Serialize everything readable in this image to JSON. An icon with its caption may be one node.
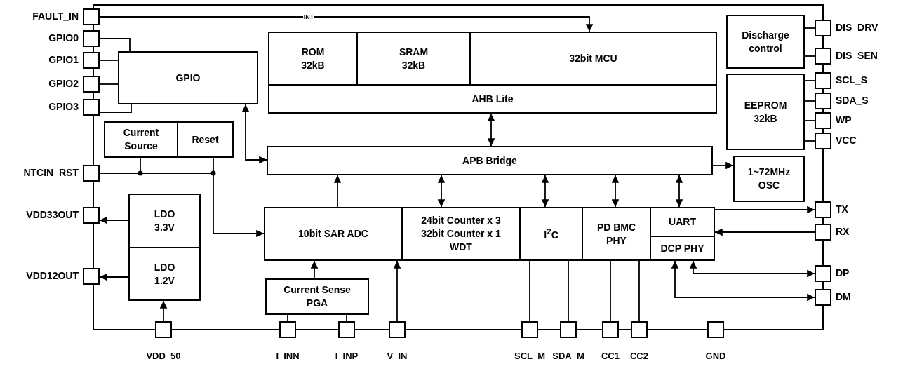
{
  "diagram": {
    "nodes": [
      {
        "text": [],
        "shape": "box",
        "beside": [
          "FAULT_IN"
        ]
      },
      {
        "text": [],
        "shape": "box",
        "beside": [
          "GPIO0"
        ]
      },
      {
        "text": [],
        "shape": "box",
        "beside": [
          "GPIO1"
        ]
      },
      {
        "text": [],
        "shape": "box",
        "beside": [
          "GPIO2"
        ]
      },
      {
        "text": [],
        "shape": "box",
        "beside": [
          "GPIO3"
        ]
      },
      {
        "text": [],
        "shape": "box",
        "beside": [
          "NTCIN_RST"
        ]
      },
      {
        "text": [],
        "shape": "box",
        "beside": [
          "VDD33OUT"
        ]
      },
      {
        "text": [],
        "shape": "box",
        "beside": [
          "VDD12OUT"
        ]
      },
      {
        "text": [
          "GPIO"
        ]
      },
      {
        "text": [
          "ROM 32kB"
        ]
      },
      {
        "text": [
          "SRAM 32kB"
        ]
      },
      {
        "text": [
          "32bit MCU"
        ]
      },
      {
        "text": [
          "AHB Lite"
        ]
      },
      {
        "text": [
          "Current Source"
        ]
      },
      {
        "text": [
          "Reset"
        ]
      },
      {
        "text": [
          "APB Bridge"
        ]
      },
      {
        "text": [
          "Discharge control"
        ]
      },
      {
        "text": [
          "EEPROM 32kB"
        ]
      },
      {
        "text": [
          "1~72MHz OSC"
        ]
      },
      {
        "text": [
          "LDO 3.3V"
        ]
      },
      {
        "text": [
          "LDO 1.2V"
        ]
      },
      {
        "text": [
          "10bit SAR ADC"
        ]
      },
      {
        "text": [
          "24bit Counter x 3 32bit Counter x 1 WDT"
        ]
      },
      {
        "text": [
          "I$^{2}$C"
        ]
      },
      {
        "text": [
          "PD BMC PHY"
        ]
      },
      {
        "text": [
          "UART"
        ]
      },
      {
        "text": [
          "DCP PHY"
        ]
      },
      {
        "text": [
          "Current Sense PGA"
        ]
      },
      {
        "text": [],
        "shape": "box",
        "beside": [
          "DIS_DRV"
        ]
      },
      {
        "text": [],
        "shape": "box",
        "beside": [
          "DIS_SEN"
        ]
      },
      {
        "text": [],
        "shape": "box",
        "beside": [
          "SCL_S"
        ]
      },
      {
        "text": [],
        "shape": "box",
        "beside": [
          "SDA_S"
        ]
      },
      {
        "text": [],
        "shape": "box",
        "beside": [
          "WP"
        ]
      },
      {
        "text": [],
        "shape": "box",
        "beside": [
          "VCC"
        ]
      },
      {
        "text": [],
        "shape": "box",
        "beside": [
          "TX"
        ]
      },
      {
        "text": [],
        "shape": "box",
        "beside": [
          "RX"
        ]
      },
      {
        "text": [],
        "shape": "box",
        "beside": [
          "DP"
        ]
      },
      {
        "text": [],
        "shape": "box",
        "beside": [
          "DM"
        ]
      },
      {
        "text": [],
        "shape": "box",
        "beside": [
          "VDD_50"
        ]
      },
      {
        "text": [],
        "shape": "box",
        "beside": [
          "I_INN"
        ]
      },
      {
        "text": [],
        "shape": "box",
        "beside": [
          "I_INP"
        ]
      },
      {
        "text": [],
        "shape": "box",
        "beside": [
          "V_IN"
        ]
      },
      {
        "text": [],
        "shape": "box",
        "beside": [
          "SCL_M"
        ]
      },
      {
        "text": [],
        "shape": "box",
        "beside": [
          "SDA_M"
        ]
      },
      {
        "text": [],
        "shape": "box",
        "beside": [
          "CC1"
        ]
      },
      {
        "text": [],
        "shape": "box",
        "beside": [
          "CC2"
        ]
      },
      {
        "text": [],
        "shape": "box",
        "beside": [
          "GND"
        ]
      }
    ],
    "edges": [
      {
        "from": 0,
        "to": 11,
        "arrow": "to",
        "label": "INT"
      },
      {
        "from": 1,
        "to": 8,
        "arrow": "none"
      },
      {
        "from": 2,
        "to": 8,
        "arrow": "none"
      },
      {
        "from": 3,
        "to": 8,
        "arrow": "none"
      },
      {
        "from": 4,
        "to": 8,
        "arrow": "none"
      },
      {
        "from": 8,
        "to": 15,
        "arrow": "both"
      },
      {
        "from": 5,
        "to": 13,
        "arrow": "none"
      },
      {
        "from": 5,
        "to": 14,
        "arrow": "none"
      },
      {
        "from": 5,
        "to": 21,
        "arrow": "to"
      },
      {
        "from": 19,
        "to": 6,
        "arrow": "to"
      },
      {
        "from": 20,
        "to": 7,
        "arrow": "to"
      },
      {
        "from": 38,
        "to": 20,
        "arrow": "to"
      },
      {
        "from": 12,
        "to": 15,
        "arrow": "both"
      },
      {
        "from": 15,
        "to": 18,
        "arrow": "to"
      },
      {
        "from": 21,
        "to": 15,
        "arrow": "to"
      },
      {
        "from": 22,
        "to": 15,
        "arrow": "both"
      },
      {
        "from": 23,
        "to": 15,
        "arrow": "both"
      },
      {
        "from": 24,
        "to": 15,
        "arrow": "both"
      },
      {
        "from": 25,
        "to": 15,
        "arrow": "both"
      },
      {
        "from": 25,
        "to": 34,
        "arrow": "to"
      },
      {
        "from": 35,
        "to": 25,
        "arrow": "to"
      },
      {
        "from": 26,
        "to": 36,
        "arrow": "both"
      },
      {
        "from": 26,
        "to": 37,
        "arrow": "both"
      },
      {
        "from": 27,
        "to": 21,
        "arrow": "to"
      },
      {
        "from": 41,
        "to": 21,
        "arrow": "to"
      },
      {
        "from": 39,
        "to": 27,
        "arrow": "none"
      },
      {
        "from": 40,
        "to": 27,
        "arrow": "none"
      },
      {
        "from": 42,
        "to": 23,
        "arrow": "none"
      },
      {
        "from": 43,
        "to": 23,
        "arrow": "none"
      },
      {
        "from": 44,
        "to": 24,
        "arrow": "none"
      },
      {
        "from": 45,
        "to": 24,
        "arrow": "none"
      },
      {
        "from": 16,
        "to": 28,
        "arrow": "none"
      },
      {
        "from": 16,
        "to": 29,
        "arrow": "none"
      },
      {
        "from": 17,
        "to": 30,
        "arrow": "none"
      },
      {
        "from": 17,
        "to": 31,
        "arrow": "none"
      },
      {
        "from": 17,
        "to": 32,
        "arrow": "none"
      },
      {
        "from": 17,
        "to": 33,
        "arrow": "none"
      }
    ]
  }
}
